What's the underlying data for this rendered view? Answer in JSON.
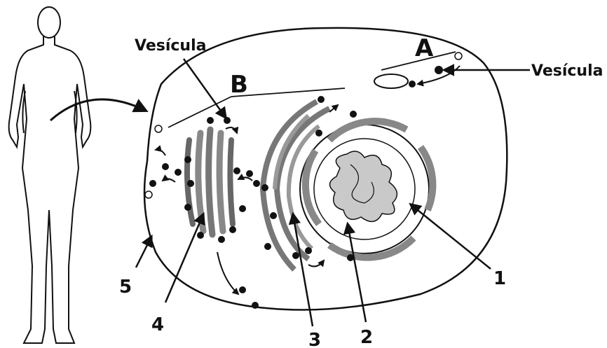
{
  "labels": {
    "vesicle_left": "Vesícula",
    "vesicle_right": "Vesícula",
    "letter_a": "A",
    "letter_b": "B",
    "num_1": "1",
    "num_2": "2",
    "num_3": "3",
    "num_4": "4",
    "num_5": "5"
  },
  "colors": {
    "line": "#111111",
    "organelle_fill": "#8a8a8a",
    "nucleus_fill": "#c9c9c9",
    "background": "#ffffff"
  }
}
